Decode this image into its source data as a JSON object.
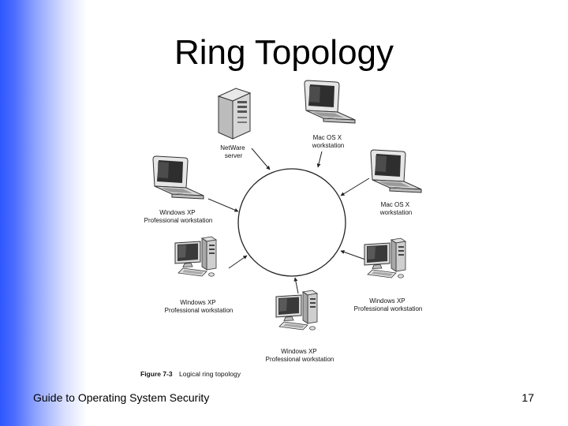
{
  "slide": {
    "title": "Ring Topology",
    "footer": "Guide to Operating System Security",
    "page_number": "17"
  },
  "figure": {
    "caption_number": "Figure 7-3",
    "caption_text": "Logical ring topology",
    "nodes": [
      {
        "id": "netware",
        "icon": "server-icon",
        "label_lines": [
          "NetWare",
          "server"
        ]
      },
      {
        "id": "mac1",
        "icon": "laptop-icon",
        "label_lines": [
          "Mac OS X",
          "workstation"
        ]
      },
      {
        "id": "mac2",
        "icon": "laptop-icon",
        "label_lines": [
          "Mac OS X",
          "workstation"
        ]
      },
      {
        "id": "winxp-right",
        "icon": "desktop-computer-icon",
        "label_lines": [
          "Windows XP",
          "Professional workstation"
        ]
      },
      {
        "id": "winxp-bottom",
        "icon": "desktop-computer-icon",
        "label_lines": [
          "Windows XP",
          "Professional workstation"
        ]
      },
      {
        "id": "winxp-left-bottom",
        "icon": "desktop-computer-icon",
        "label_lines": [
          "Windows XP",
          "Professional workstation"
        ]
      },
      {
        "id": "winxp-laptop",
        "icon": "laptop-icon",
        "label_lines": [
          "Windows XP",
          "Professional workstation"
        ]
      }
    ]
  }
}
